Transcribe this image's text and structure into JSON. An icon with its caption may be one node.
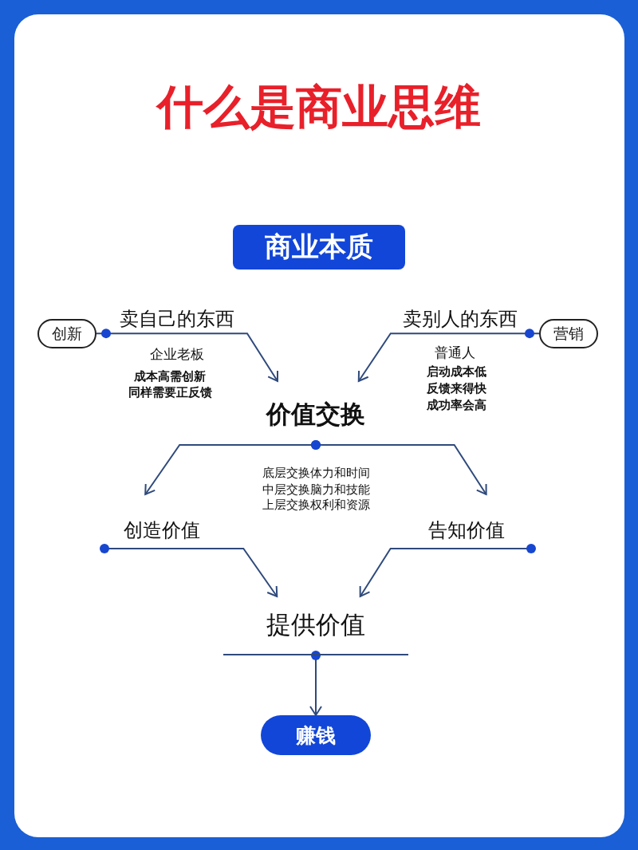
{
  "diagram": {
    "title": "什么是商业思维",
    "nodes": [
      {
        "text": [
          "商业本质"
        ]
      },
      {
        "text": [
          "创新"
        ]
      },
      {
        "text": [
          "营销"
        ]
      },
      {
        "text": [
          "价值交换"
        ]
      },
      {
        "text": [
          "创造价值"
        ]
      },
      {
        "text": [
          "告知价值"
        ]
      },
      {
        "text": [
          "提供价值"
        ]
      },
      {
        "text": [
          "赚钱"
        ]
      }
    ],
    "edges": [
      {
        "from": 1,
        "to": 3,
        "arrow": "to",
        "label": "卖自己的东西"
      },
      {
        "from": 2,
        "to": 3,
        "arrow": "to",
        "label": "卖别人的东西"
      },
      {
        "from": 3,
        "to": 4,
        "arrow": "to"
      },
      {
        "from": 3,
        "to": 5,
        "arrow": "to"
      },
      {
        "from": 4,
        "to": 6,
        "arrow": "to"
      },
      {
        "from": 5,
        "to": 6,
        "arrow": "to"
      },
      {
        "from": 6,
        "to": 7,
        "arrow": "to"
      }
    ],
    "labels": [
      "企业老板",
      "成本高需创新",
      "同样需要正反馈",
      "普通人",
      "启动成本低",
      "反馈来得快",
      "成功率会高",
      "底层交换体力和时间",
      "中层交换脑力和技能",
      "上层交换权利和资源"
    ]
  }
}
